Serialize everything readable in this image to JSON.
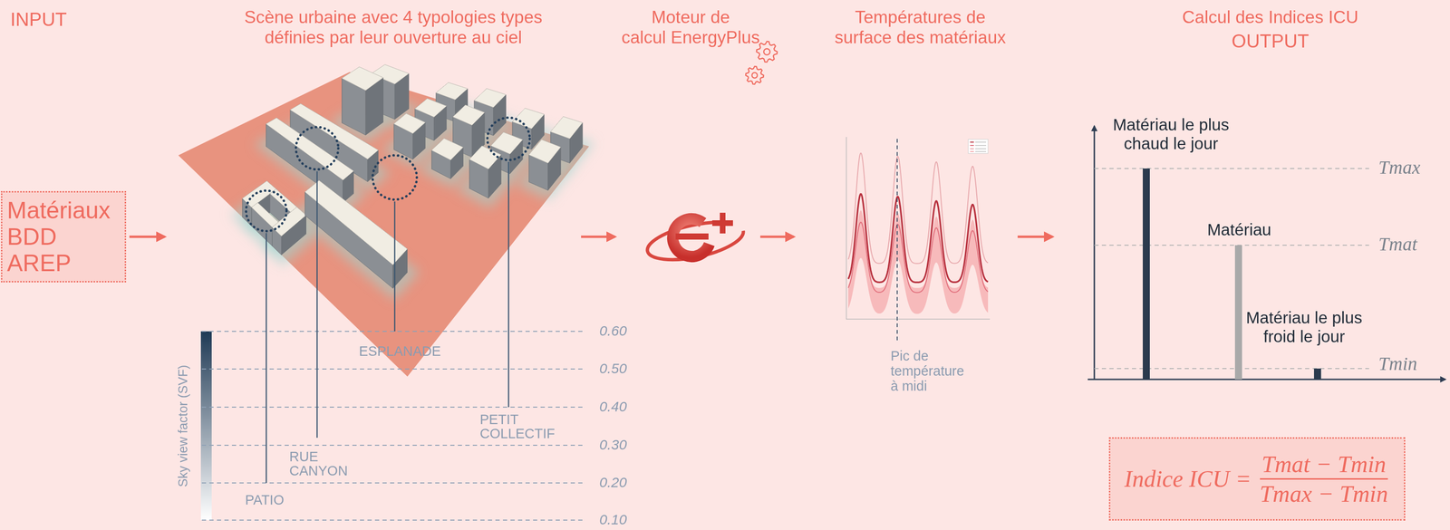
{
  "diagram": {
    "nodes": [
      {
        "text": [
          "Matériaux BDD AREP"
        ]
      },
      {
        "text": [
          "Indice ICU =",
          "Tmat − Tmin",
          "Tmax − Tmin"
        ]
      }
    ],
    "labels": [
      "INPUT",
      "Scène urbaine avec 4 typologies types définies par leur ouverture au ciel",
      "Moteur de calcul EnergyPlus",
      "Températures de surface des matériaux",
      "Calcul des Indices ICU",
      "OUTPUT",
      "ESPLANADE",
      "PETIT COLLECTIF",
      "RUE CANYON",
      "PATIO",
      "Sky view factor (SVF)",
      "0.60",
      "0.50",
      "0.40",
      "0.30",
      "0.20",
      "0.10",
      "Pic de température à midi",
      "Matériau le plus chaud le jour",
      "Matériau",
      "Matériau le plus froid le jour",
      "Tmax",
      "Tmat",
      "Tmin"
    ]
  }
}
